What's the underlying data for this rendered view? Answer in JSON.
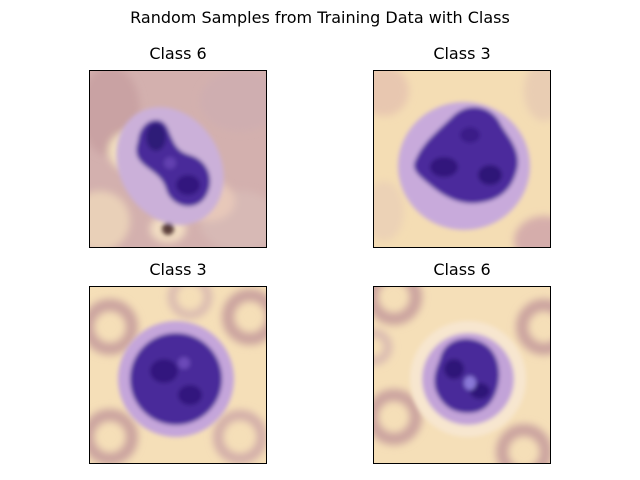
{
  "figure": {
    "title": "Random Samples from Training Data with Class",
    "panels": [
      {
        "title": "Class 6"
      },
      {
        "title": "Class 3"
      },
      {
        "title": "Class 3"
      },
      {
        "title": "Class 6"
      }
    ]
  },
  "colors": {
    "background_pink": "#d9b3b3",
    "background_cream": "#f5dfb8",
    "cell_halo": "#c7a8dc",
    "nucleus_purple": "#4a2a9a",
    "nucleus_dark": "#2a1466",
    "rbc_pink": "#c9a19e"
  }
}
